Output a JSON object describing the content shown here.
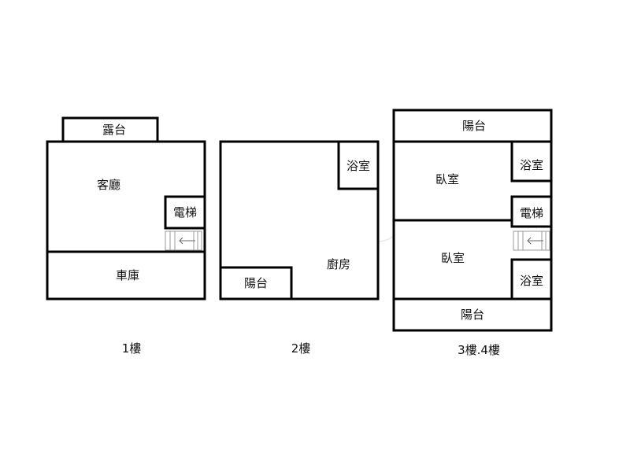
{
  "floors": [
    {
      "label": "1樓",
      "rooms": {
        "terrace": "露台",
        "living_room": "客廳",
        "elevator": "電梯",
        "garage": "車庫"
      }
    },
    {
      "label": "2樓",
      "rooms": {
        "bathroom": "浴室",
        "kitchen": "廚房",
        "balcony": "陽台"
      }
    },
    {
      "label": "3樓.4樓",
      "rooms": {
        "balcony_top": "陽台",
        "bedroom_1": "臥室",
        "bathroom_1": "浴室",
        "elevator": "電梯",
        "bedroom_2": "臥室",
        "bathroom_2": "浴室",
        "balcony_bottom": "陽台"
      }
    }
  ],
  "icons": {
    "staircase": "staircase-icon",
    "stair_direction": "arrow-left-icon"
  },
  "colors": {
    "wall": "#000000",
    "background": "#ffffff",
    "stair": "#9a9a9a"
  }
}
